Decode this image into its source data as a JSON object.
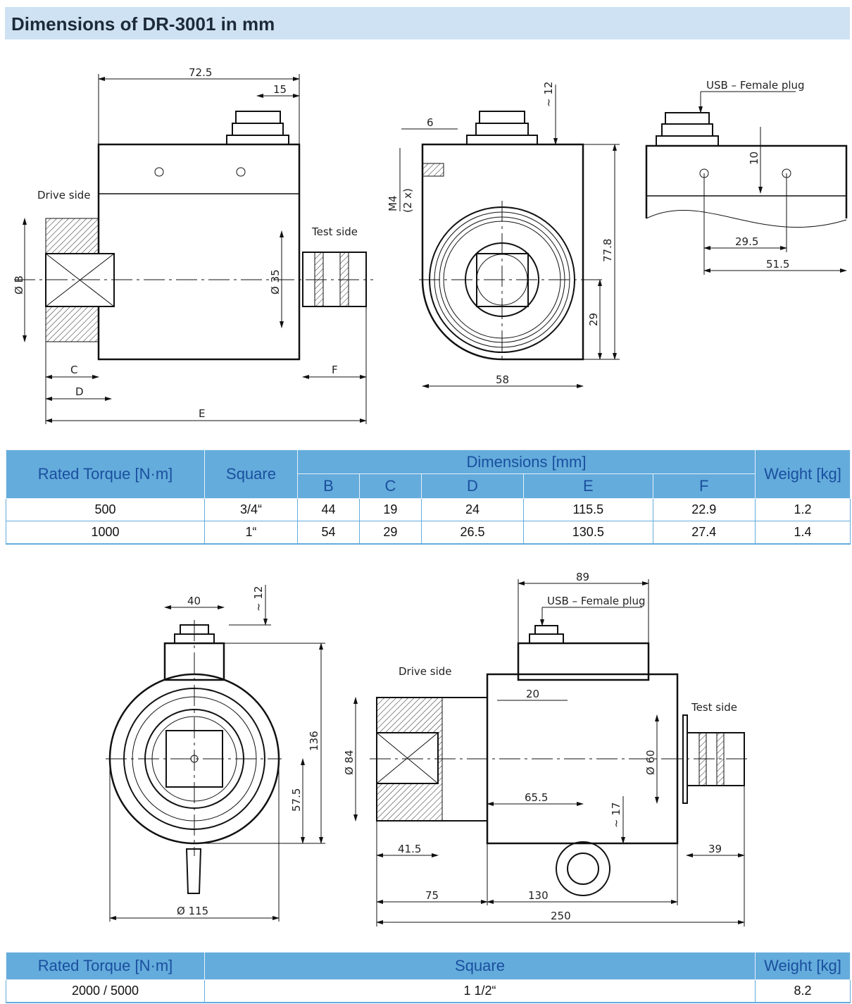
{
  "title": "Dimensions of DR-3001 in mm",
  "drawing_top": {
    "dim_72_5": "72.5",
    "dim_15": "15",
    "drive_side": "Drive side",
    "test_side": "Test side",
    "dia_b": "Ø B",
    "dia_35": "Ø 35",
    "c": "C",
    "d": "D",
    "e": "E",
    "f": "F",
    "dim_6": "6",
    "dim_12": "~ 12",
    "m4": "M4",
    "m4_count": "(2 x)",
    "dim_77_8": "77.8",
    "dim_29": "29",
    "dim_58": "58",
    "usb": "USB – Female plug",
    "dim_10": "10",
    "dim_29_5": "29.5",
    "dim_51_5": "51.5"
  },
  "table1": {
    "headers": {
      "torque": "Rated Torque [N·m]",
      "square": "Square",
      "dimensions": "Dimensions [mm]",
      "weight": "Weight [kg]",
      "cols": [
        "B",
        "C",
        "D",
        "E",
        "F"
      ]
    },
    "rows": [
      {
        "torque": "500",
        "square": "3/4“",
        "b": "44",
        "c": "19",
        "d": "24",
        "e": "115.5",
        "f": "22.9",
        "weight": "1.2"
      },
      {
        "torque": "1000",
        "square": "1“",
        "b": "54",
        "c": "29",
        "d": "26.5",
        "e": "130.5",
        "f": "27.4",
        "weight": "1.4"
      }
    ]
  },
  "drawing_bottom": {
    "dim_40": "40",
    "dim_12": "~ 12",
    "dim_136": "136",
    "dim_57_5": "57.5",
    "dia_115": "Ø 115",
    "dim_89": "89",
    "usb": "USB – Female plug",
    "drive_side": "Drive side",
    "dim_20": "20",
    "test_side": "Test side",
    "dia_84": "Ø 84",
    "dia_60": "Ø 60",
    "dim_65_5": "65.5",
    "dim_17": "~ 17",
    "dim_41_5": "41.5",
    "dim_39": "39",
    "dim_75": "75",
    "dim_130": "130",
    "dim_250": "250"
  },
  "table2": {
    "headers": {
      "torque": "Rated Torque [N·m]",
      "square": "Square",
      "weight": "Weight [kg]"
    },
    "rows": [
      {
        "torque": "2000 / 5000",
        "square": "1 1/2“",
        "weight": "8.2"
      }
    ]
  }
}
